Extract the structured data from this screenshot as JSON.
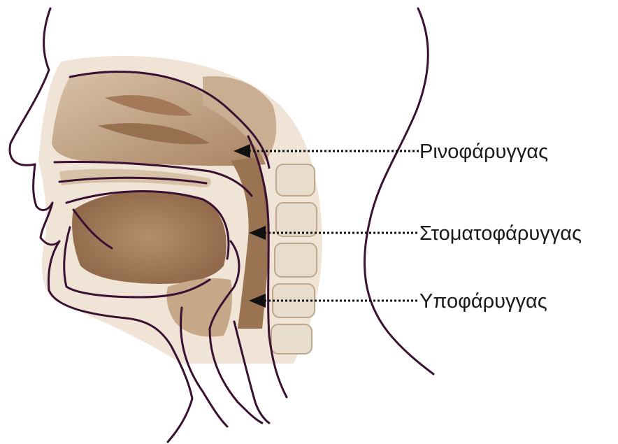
{
  "labels": {
    "nasopharynx": "Ρινοφάρυγγας",
    "oropharynx": "Στοματοφάρυγγας",
    "hypopharynx": "Υποφάρυγγας"
  },
  "colors": {
    "outline": "#3a1133",
    "tissue_light": "#e9dccb",
    "tissue_mid": "#c7a98a",
    "tissue_dark": "#8c6546",
    "pointer": "#111111"
  }
}
